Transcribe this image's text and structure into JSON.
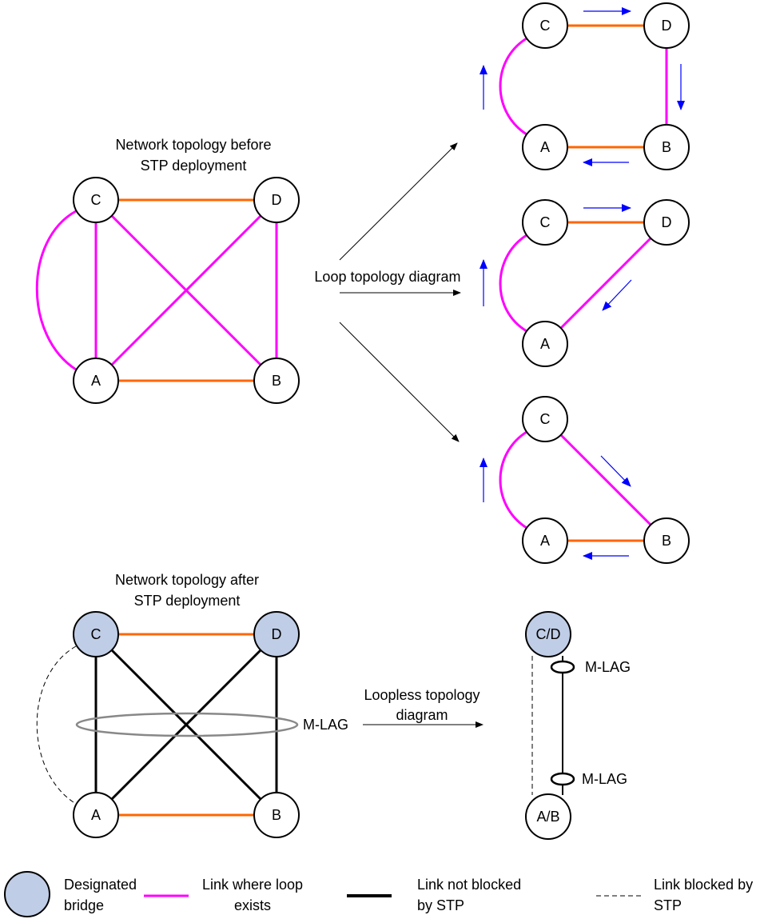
{
  "colors": {
    "loop_link": "#ff00ff",
    "orange_link": "#ff6600",
    "not_blocked": "#000000",
    "designated_fill": "#c0cde6",
    "arrow_blue": "#0000ff",
    "mlag_ellipse": "#888888"
  },
  "before": {
    "title_line1": "Network topology before",
    "title_line2": "STP deployment"
  },
  "after": {
    "title_line1": "Network topology after",
    "title_line2": "STP deployment",
    "mlag_label": "M-LAG"
  },
  "loop_label": "Loop topology diagram",
  "loopless": {
    "label_line1": "Loopless topology",
    "label_line2": "diagram",
    "node_top": "C/D",
    "node_bottom": "A/B",
    "mlag_top": "M-LAG",
    "mlag_bottom": "M-LAG"
  },
  "nodes": {
    "a": "A",
    "b": "B",
    "c": "C",
    "d": "D"
  },
  "legend": {
    "designated_line1": "Designated",
    "designated_line2": "bridge",
    "loop_line1": "Link where loop",
    "loop_line2": "exists",
    "notblocked_line1": "Link not blocked",
    "notblocked_line2": "by STP",
    "blocked_line1": "Link blocked by",
    "blocked_line2": "STP"
  }
}
